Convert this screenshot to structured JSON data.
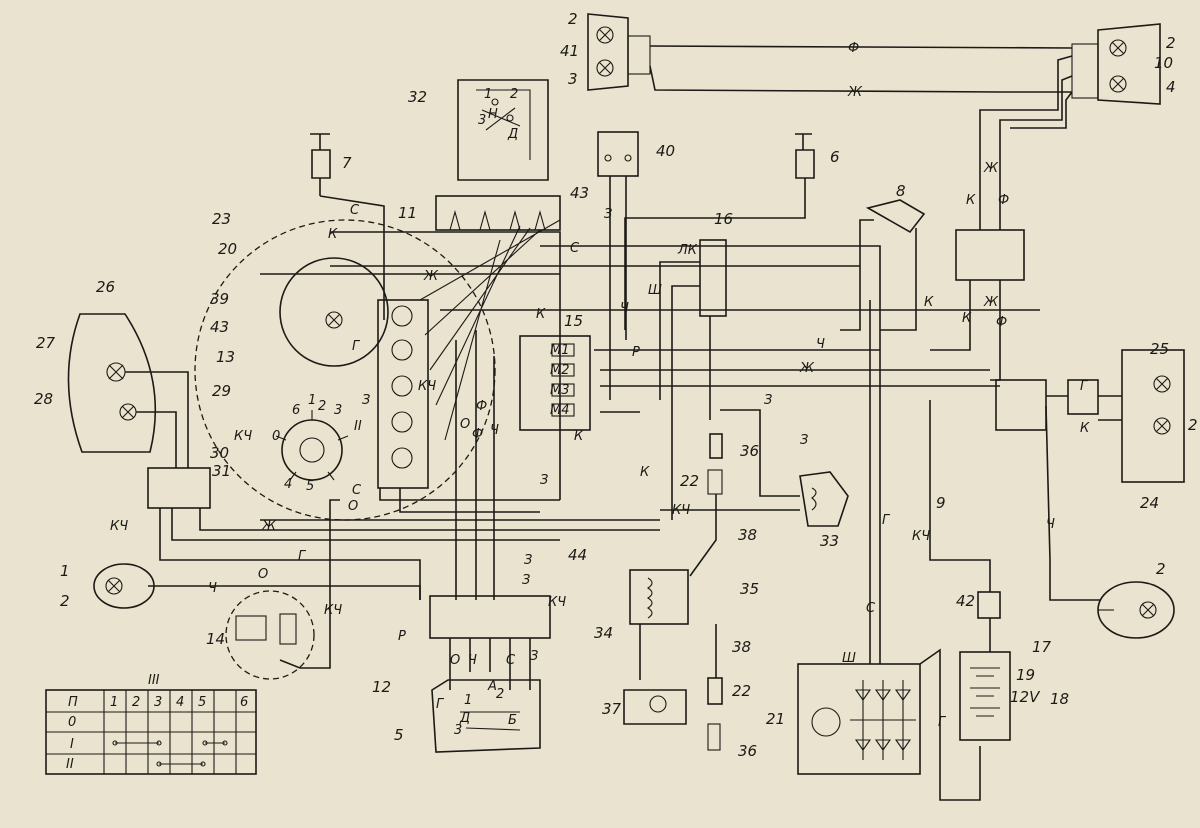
{
  "component_numbers": {
    "n1": "1",
    "n2a": "2",
    "n2b": "2",
    "n2c": "2",
    "n2d": "2",
    "n2e": "2",
    "n2f": "2",
    "n3": "3",
    "n3b": "3",
    "n4": "4",
    "n5": "5",
    "n6": "6",
    "n7": "7",
    "n8": "8",
    "n9": "9",
    "n10": "10",
    "n11": "11",
    "n12": "12",
    "n13": "13",
    "n14": "14",
    "n15": "15",
    "n16": "16",
    "n17": "17",
    "n18": "18",
    "n19": "19",
    "n20": "20",
    "n21": "21",
    "n22a": "22",
    "n22b": "22",
    "n23": "23",
    "n24": "24",
    "n25": "25",
    "n26": "26",
    "n27": "27",
    "n28": "28",
    "n29": "29",
    "n30": "30",
    "n31": "31",
    "n32": "32",
    "n33": "33",
    "n34": "34",
    "n35": "35",
    "n36a": "36",
    "n36b": "36",
    "n37": "37",
    "n38a": "38",
    "n38b": "38",
    "n39": "39",
    "n40": "40",
    "n41": "41",
    "n42": "42",
    "n43a": "43",
    "n43b": "43",
    "n44": "44",
    "battery_voltage": "12V"
  },
  "wire_labels": {
    "f_top": "Ф",
    "zh_top": "Ж",
    "k1": "К",
    "s1": "С",
    "zh1": "Ж",
    "s2": "С",
    "k2": "К",
    "g1": "Г",
    "kch1": "КЧ",
    "z1": "З",
    "ch1": "Ч",
    "zh2": "Ж",
    "k3": "К",
    "z2": "З",
    "z3": "З",
    "z4": "З",
    "kch2": "КЧ",
    "zh3": "Ж",
    "g2": "Г",
    "o1": "О",
    "ch2": "Ч",
    "kch3": "КЧ",
    "r1": "Р",
    "kch4": "КЧ",
    "k4": "К",
    "r2": "Р",
    "z5": "З",
    "ch3": "Ч",
    "g3": "Г",
    "s3": "С",
    "g4": "Г",
    "kch5": "КЧ",
    "ch4": "Ч",
    "zh4": "Ж",
    "f2": "Ф",
    "k5": "К",
    "k6": "К",
    "k7": "К",
    "f3": "Ф",
    "zh5": "Ж",
    "g5": "Г",
    "k8": "К",
    "lk": "ЛК",
    "sh1": "Ш",
    "sh2": "Ш",
    "o2": "О",
    "f4": "Ф",
    "f5": "Ф",
    "o3": "О",
    "ch5": "Ч",
    "s4": "С",
    "z6": "З",
    "z7": "З",
    "g6": "Г",
    "kch6": "КЧ",
    "ch6": "Ч",
    "s5": "С",
    "o4": "О",
    "z8": "З"
  },
  "switch_labels": {
    "roman2": "II",
    "roman3": "III",
    "p0": "0",
    "p1": "1",
    "p2": "2",
    "p3": "3",
    "p4": "4",
    "p5": "5",
    "p6": "6",
    "s32_1": "1",
    "s32_2": "2",
    "s32_3": "3",
    "s32_n": "Н",
    "s32_d": "Д",
    "s5_1": "1",
    "s5_2": "2",
    "s5_3": "3",
    "s5_a": "А",
    "s5_b": "Б",
    "s5_d": "Д",
    "s5_o": "О",
    "s5_f": "Ф",
    "s5_ch": "Ч",
    "s5_s": "С",
    "s5_z": "З",
    "m1": "М1",
    "m2": "М2",
    "m3": "М3",
    "m4": "М4",
    "kch29": "КЧ"
  },
  "table": {
    "title": "III",
    "header": [
      "П",
      "1",
      "2",
      "3",
      "4",
      "5",
      "6"
    ],
    "rows": [
      "0",
      "I",
      "II"
    ]
  }
}
